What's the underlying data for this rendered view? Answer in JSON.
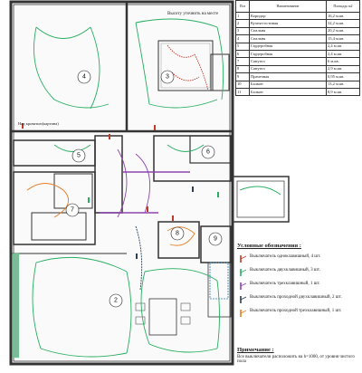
{
  "table": {
    "headers": [
      "Поз",
      "Наименование",
      "Площадь\nм2"
    ],
    "rows": [
      [
        "1",
        "Коридор",
        "16,2 м.кв."
      ],
      [
        "2",
        "Кухня-гостиная",
        "32,2 м.кв."
      ],
      [
        "3",
        "Спальня",
        "20,2 м.кв."
      ],
      [
        "4",
        "Спальня",
        "15,4 м.кв."
      ],
      [
        "5",
        "Гардеробная",
        "2,4 м.кв."
      ],
      [
        "6",
        "Гардеробная",
        "2,4 м.кв."
      ],
      [
        "7",
        "Санузел",
        "6 м.кв."
      ],
      [
        "8",
        "Санузел",
        "2,9 м.кв."
      ],
      [
        "9",
        "Прачечная",
        "0,95 м.кв."
      ],
      [
        "10",
        "Балкон",
        "13,2 м.кв."
      ],
      [
        "11",
        "Балкон",
        "8,9 м.кв."
      ]
    ]
  },
  "rooms": [
    "4",
    "3",
    "5",
    "6",
    "7",
    "8",
    "9",
    "2"
  ],
  "plan_labels": {
    "height_note": "Высоту уточнить на месте",
    "picture_note": "Над кроватью(картина)"
  },
  "legend": {
    "title": "Условные обозначения :",
    "items": [
      {
        "text": "Выключатель одноклавишный, 4 шт.",
        "color": "#c0392b"
      },
      {
        "text": "Выключатель двухклавишный, 3 шт.",
        "color": "#27ae60"
      },
      {
        "text": "Выключатель трехклавишный, 1 шт.",
        "color": "#8e44ad"
      },
      {
        "text": "Выключатель проходной двухклавишный, 2 шт.",
        "color": "#2c3e50"
      },
      {
        "text": "Выключатель проходной трехклавишный, 1 шт.",
        "color": "#e67e22"
      }
    ]
  },
  "note": {
    "title": "Примечание :",
    "text": "Все выключатели расположить на h=1000, от уровня чистого пола"
  }
}
